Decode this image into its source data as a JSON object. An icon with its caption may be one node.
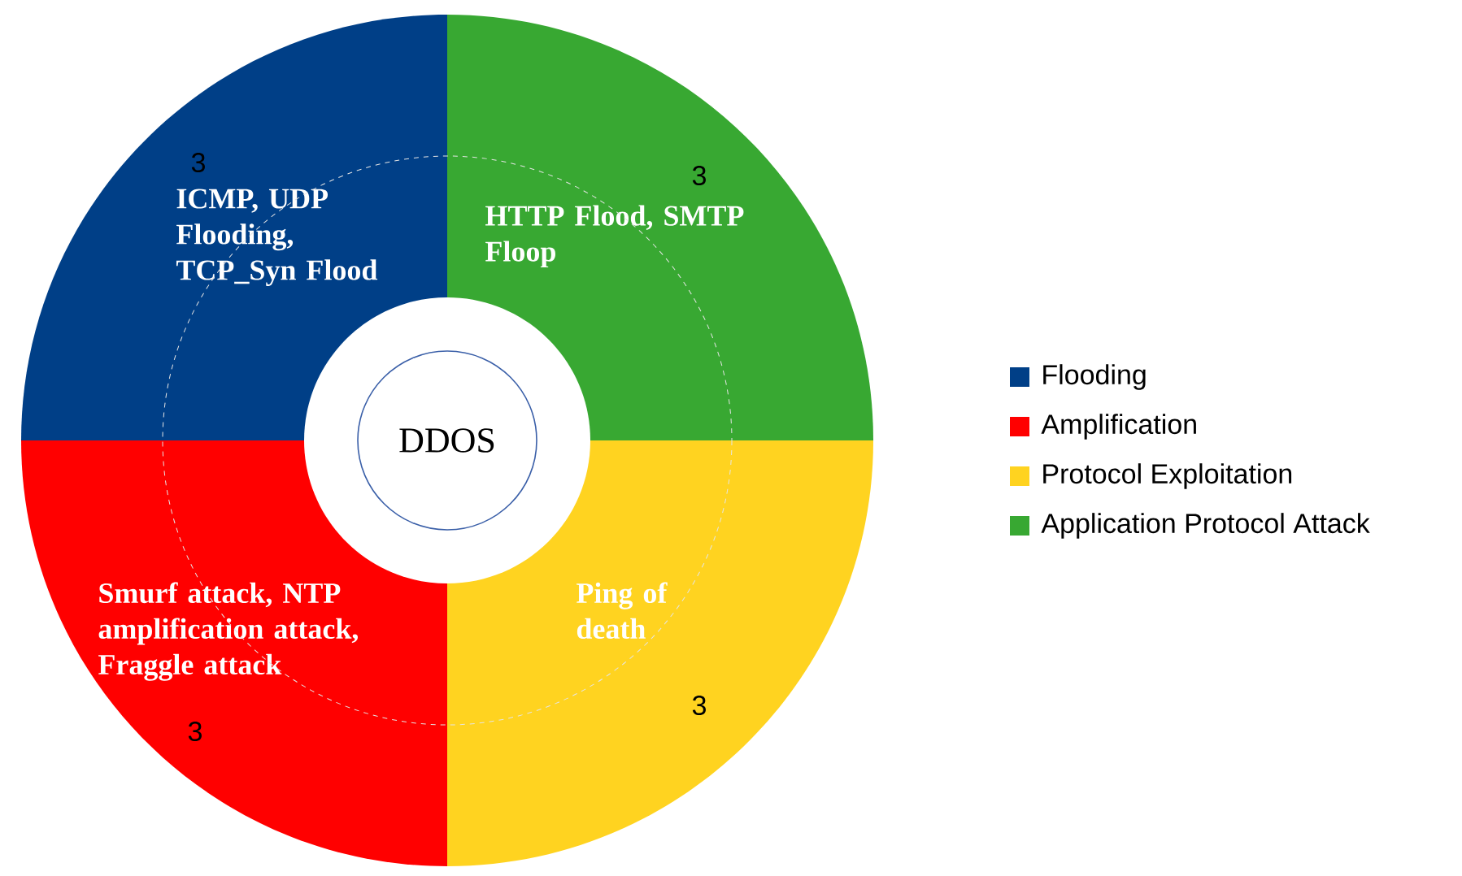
{
  "diagram": {
    "nodes": [
      {
        "text": [
          "DDOS"
        ]
      },
      {
        "text": [
          "ICMP, UDP Flooding, TCP_Syn Flood"
        ]
      },
      {
        "text": [
          "HTTP Flood, SMTP Floop"
        ]
      },
      {
        "text": [
          "Smurf attack, NTP amplification attack, Fraggle attack"
        ]
      },
      {
        "text": [
          "Ping of death"
        ]
      }
    ],
    "labels": [
      "3",
      "3",
      "3",
      "3"
    ],
    "legend": [
      {
        "text": "Flooding",
        "color": "#003f87"
      },
      {
        "text": "Amplification",
        "color": "#ff0000"
      },
      {
        "text": "Protocol Exploitation",
        "color": "#ffd320"
      },
      {
        "text": "Application Protocol Attack",
        "color": "#38a832"
      }
    ]
  }
}
